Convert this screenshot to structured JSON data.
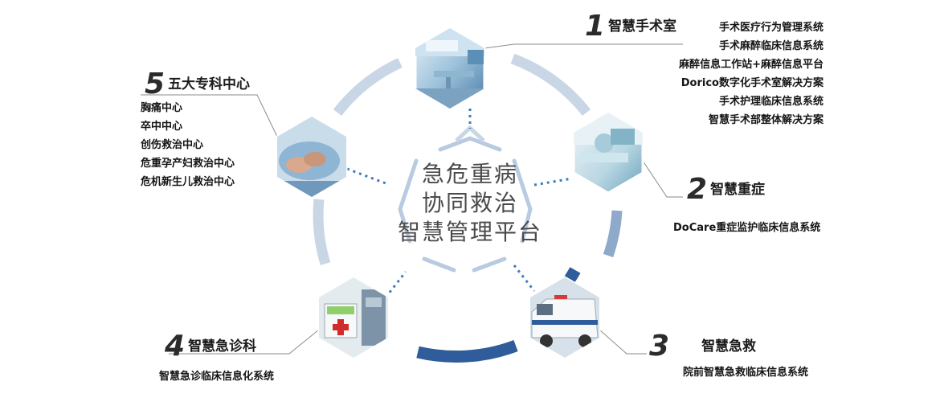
{
  "center": {
    "lines": [
      "急危重病",
      "协同救治",
      "智慧管理平台"
    ]
  },
  "modules": [
    {
      "number": "1",
      "title": "智慧手术室",
      "items": [
        "手术医疗行为管理系统",
        "手术麻醉临床信息系统",
        "麻醉信息工作站+麻醉信息平台",
        "Dorico数字化手术室解决方案",
        "手术护理临床信息系统",
        "智慧手术部整体解决方案"
      ]
    },
    {
      "number": "2",
      "title": "智慧重症",
      "items": [
        "DoCare重症监护临床信息系统"
      ]
    },
    {
      "number": "3",
      "title": "智慧急救",
      "items": [
        "院前智慧急救临床信息系统"
      ]
    },
    {
      "number": "4",
      "title": "智慧急诊科",
      "items": [
        "智慧急诊临床信息化系统"
      ]
    },
    {
      "number": "5",
      "title": "五大专科中心",
      "items": [
        "胸痛中心",
        "卒中中心",
        "创伤救治中心",
        "危重孕产妇救治中心",
        "危机新生儿救治中心"
      ]
    }
  ],
  "colors": {
    "ring_light": "#c9d6e6",
    "ring_mid": "#8fa9cb",
    "ring_dark": "#2f5c9a",
    "dots": "#3c7cc0",
    "pentagon": "#b9cbe0"
  }
}
